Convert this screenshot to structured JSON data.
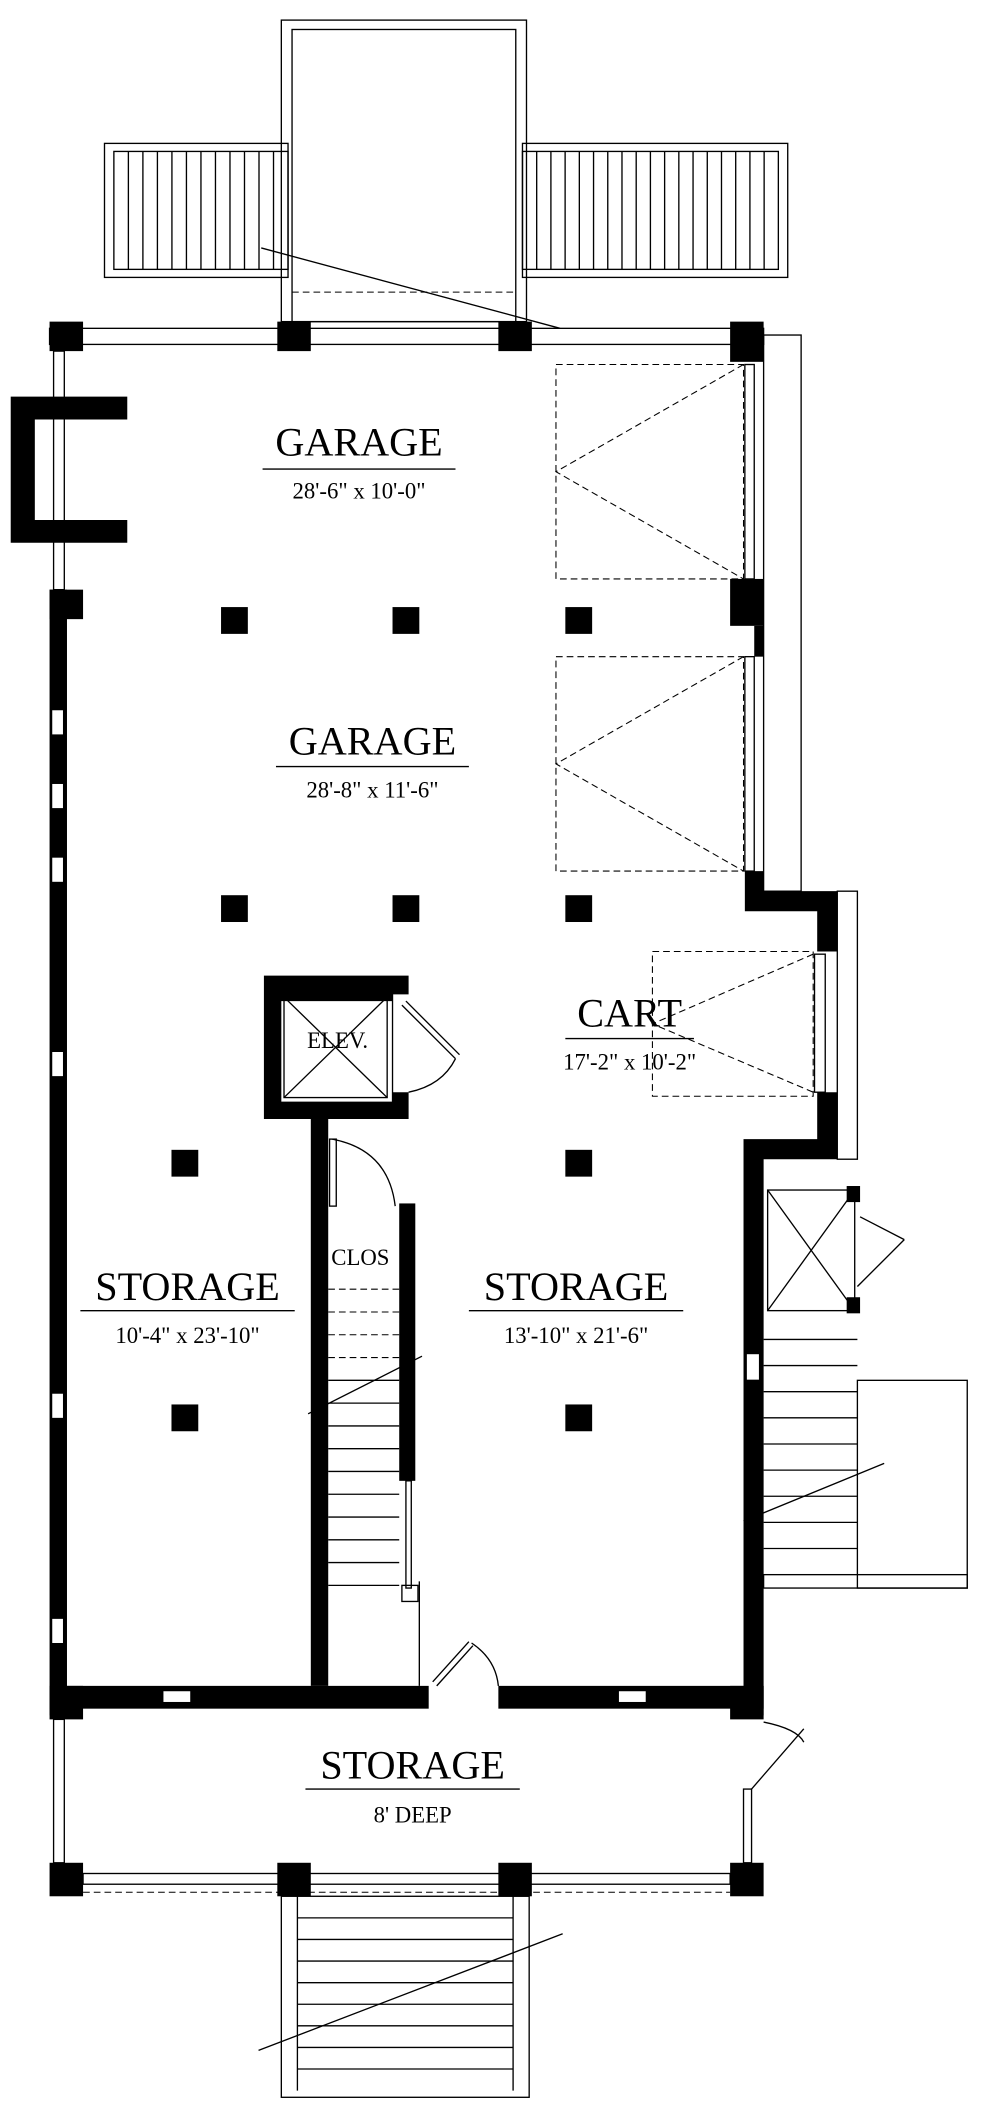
{
  "rooms": [
    {
      "name": "GARAGE",
      "size": "28'-6\" x 10'-0\""
    },
    {
      "name": "GARAGE",
      "size": "28'-8\" x 11'-6\""
    },
    {
      "name": "CART",
      "size": "17'-2\" x 10'-2\""
    },
    {
      "name": "STORAGE",
      "size": "10'-4\" x 23'-10\""
    },
    {
      "name": "STORAGE",
      "size": "13'-10\" x 21'-6\""
    },
    {
      "name": "STORAGE",
      "size": "8' DEEP"
    }
  ],
  "labels": {
    "elevator": "ELEV.",
    "closet": "CLOS"
  },
  "colors": {
    "ink": "#000000",
    "paper": "#ffffff"
  }
}
